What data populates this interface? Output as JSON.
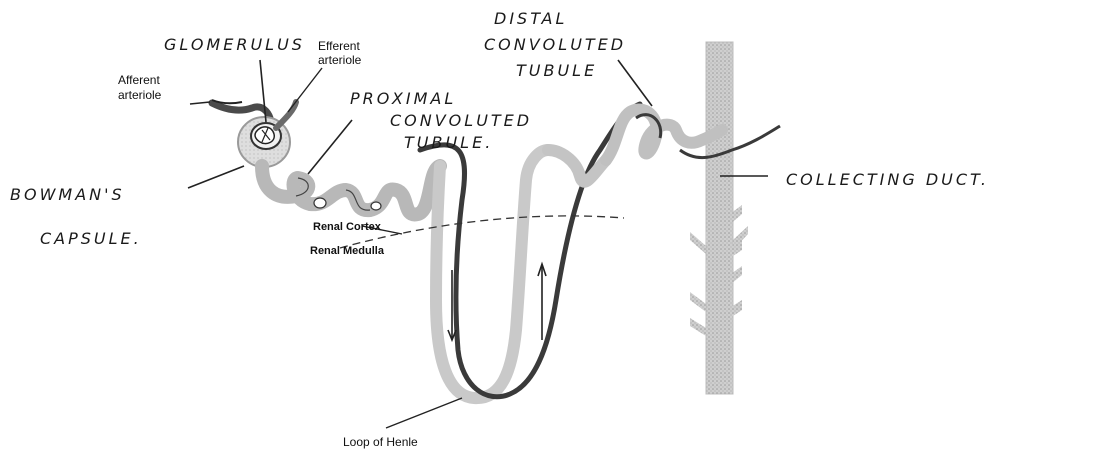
{
  "labels": {
    "glomerulus": "GLOMERULUS",
    "efferent_arteriole_line1": "Efferent",
    "efferent_arteriole_line2": "arteriole",
    "afferent_arteriole_line1": "Afferent",
    "afferent_arteriole_line2": "arteriole",
    "bowmans_capsule_line1": "BOWMAN'S",
    "bowmans_capsule_line2": "CAPSULE.",
    "proximal_line1": "PROXIMAL",
    "proximal_line2": "CONVOLUTED",
    "proximal_line3": "TUBULE.",
    "distal_line1": "DISTAL",
    "distal_line2": "CONVOLUTED",
    "distal_line3": "TUBULE",
    "collecting_duct": "COLLECTING DUCT.",
    "renal_cortex": "Renal Cortex",
    "renal_medulla": "Renal Medulla",
    "loop_of_henle": "Loop of Henle"
  },
  "colors": {
    "tubule_light": "#b8b8b8",
    "tubule_dark": "#3a3a3a",
    "vessel": "#4a4a4a",
    "duct": "#c4c4c4"
  }
}
